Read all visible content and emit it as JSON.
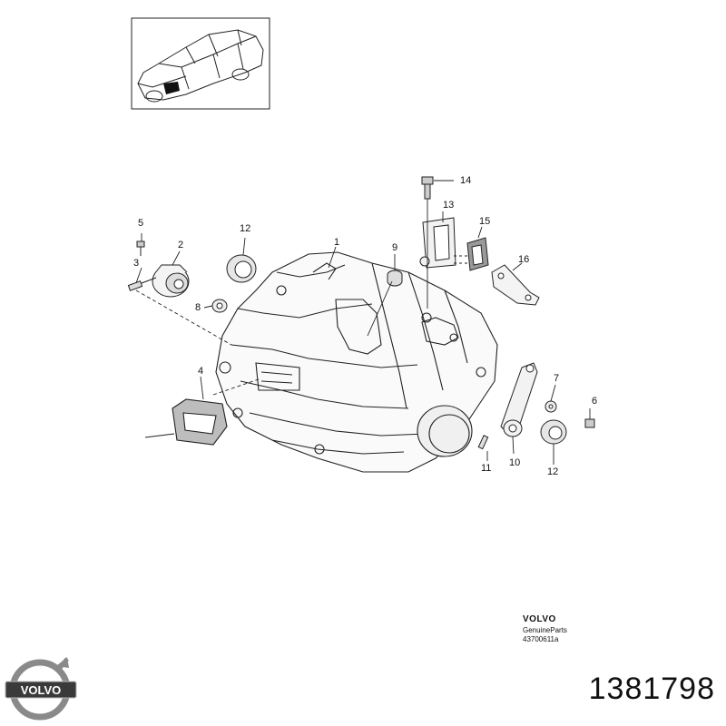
{
  "callouts": [
    {
      "id": "1",
      "label": "1"
    },
    {
      "id": "2",
      "label": "2"
    },
    {
      "id": "3",
      "label": "3"
    },
    {
      "id": "4",
      "label": "4"
    },
    {
      "id": "5",
      "label": "5"
    },
    {
      "id": "6",
      "label": "6"
    },
    {
      "id": "7",
      "label": "7"
    },
    {
      "id": "8",
      "label": "8"
    },
    {
      "id": "9",
      "label": "9"
    },
    {
      "id": "10",
      "label": "10"
    },
    {
      "id": "11",
      "label": "11"
    },
    {
      "id": "12a",
      "label": "12"
    },
    {
      "id": "12b",
      "label": "12"
    },
    {
      "id": "13",
      "label": "13"
    },
    {
      "id": "14",
      "label": "14"
    },
    {
      "id": "15",
      "label": "15"
    },
    {
      "id": "16",
      "label": "16"
    }
  ],
  "stamp": {
    "brand": "VOLVO",
    "genuine": "GenuineParts",
    "code": "43700611a"
  },
  "logo": {
    "word": "VOLVO",
    "ring_color": "#8a8a8a",
    "band_color": "#3a3a3a"
  },
  "part_number": "1381798"
}
